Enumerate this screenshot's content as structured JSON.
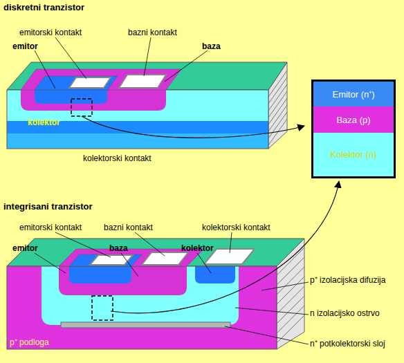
{
  "diagram": {
    "nodes": [
      {
        "text": [
          "Emitor (n⁺)"
        ]
      },
      {
        "text": [
          "Baza (p)"
        ]
      },
      {
        "text": [
          "Kolektor (n)"
        ]
      }
    ],
    "labels": [
      "diskretni tranzistor",
      "emitorski kontakt",
      "bazni kontakt",
      "emitor",
      "baza",
      "kolektor",
      "kolektorski kontakt",
      "integrisani tranzistor",
      "emitorski kontakt",
      "bazni kontakt",
      "kolektorski kontakt",
      "emitor",
      "baza",
      "kolektor",
      "p⁺ izolacijska difuzija",
      "n izolacijsko ostrvo",
      "p⁺ podloga",
      "n⁺ potkolektorski sloj"
    ]
  }
}
